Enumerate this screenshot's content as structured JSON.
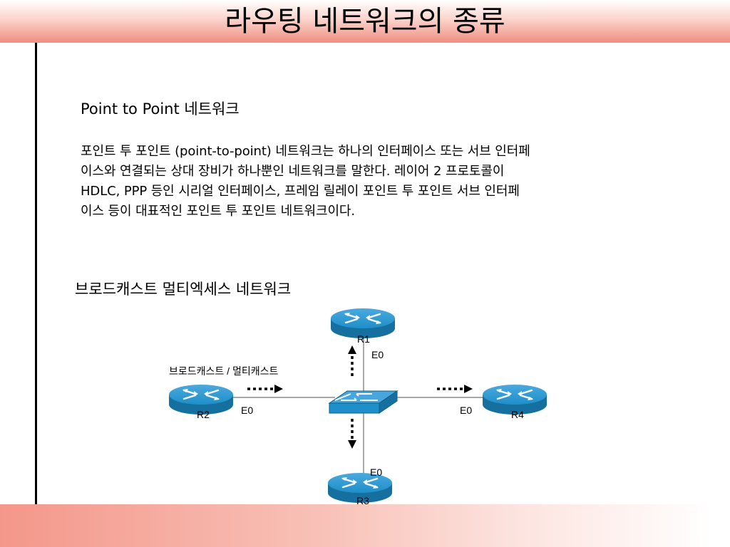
{
  "slide": {
    "title": "라우팅 네트워크의 종류",
    "p2p_heading": "Point to Point 네트워크",
    "p2p_lines": [
      "포인트 투 포인트 (point-to-point) 네트워크는 하나의 인터페이스 또는 서브 인터페",
      "이스와 연결되는 상대 장비가 하나뿐인 네트워크를 말한다. 레이어 2 프로토콜이",
      "HDLC, PPP 등인 시리얼 인터페이스, 프레임 릴레이 포인트 투 포인트 서브 인터페",
      "이스 등이 대표적인 포인트 투 포인트 네트워크이다."
    ],
    "broadcast_heading": "브로드캐스트 멀티엑세스 네트워크"
  },
  "diagram": {
    "traffic_label": "브로드캐스트 / 멀티캐스트",
    "routers": [
      {
        "name": "R1",
        "port": "E0"
      },
      {
        "name": "R2",
        "port": "E0"
      },
      {
        "name": "R3",
        "port": "E0"
      },
      {
        "name": "R4",
        "port": "E0"
      }
    ],
    "device_color": "#1e8fc9"
  }
}
